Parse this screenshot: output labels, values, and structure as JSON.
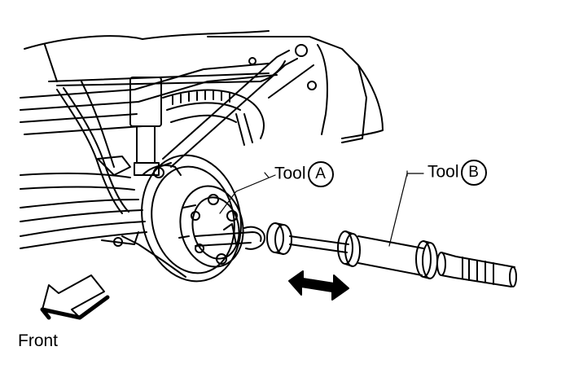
{
  "labels": {
    "tool_a_word": "Tool",
    "tool_a_letter": "A",
    "tool_b_word": "Tool",
    "tool_b_letter": "B",
    "front": "Front"
  }
}
